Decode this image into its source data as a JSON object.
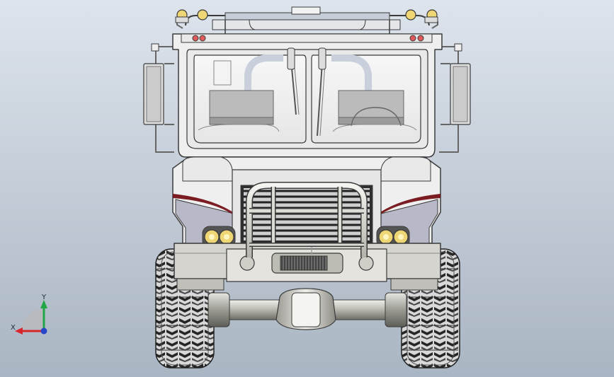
{
  "viewport": {
    "background_top": "#dde4ec",
    "background_bottom": "#aab5c3",
    "model": "off-road-truck-front-view"
  },
  "triad": {
    "x_label": "X",
    "y_label": "Y",
    "x_color": "#d8262d",
    "y_color": "#22a645",
    "z_color": "#2a46c8"
  },
  "colors": {
    "body": "#efefef",
    "body_shadow": "#c9c9ce",
    "lines": "#3b3b3b",
    "trim_stripe": "#7a1c22",
    "lower_panel": "#b7b8c8",
    "bumper": "#d5d4cf",
    "chrome": "#c8c8c0",
    "tire": "#2a2a2a",
    "lamp": "#efd675",
    "marker_lamp": "#e05a5a"
  }
}
